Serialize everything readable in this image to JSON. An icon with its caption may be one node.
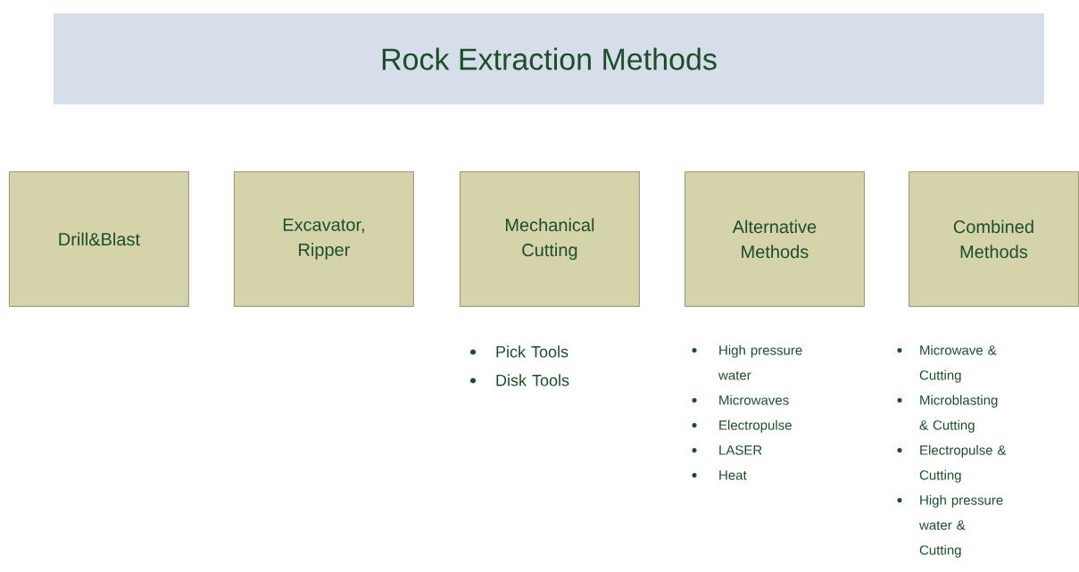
{
  "diagram": {
    "title": "Rock Extraction Methods",
    "nodes": [
      {
        "text": [
          "Drill&Blast"
        ]
      },
      {
        "text": [
          "Excavator, Ripper"
        ]
      },
      {
        "text": [
          "Mechanical Cutting"
        ],
        "beside": [
          "Pick Tools",
          "Disk Tools"
        ]
      },
      {
        "text": [
          "Alternative Methods"
        ],
        "beside": [
          "High pressure water",
          "Microwaves",
          "Electropulse",
          "LASER",
          "Heat"
        ]
      },
      {
        "text": [
          "Combined Methods"
        ],
        "beside": [
          "Microwave & Cutting",
          "Microblasting & Cutting",
          "Electropulse & Cutting",
          "High pressure water & Cutting"
        ]
      }
    ]
  }
}
